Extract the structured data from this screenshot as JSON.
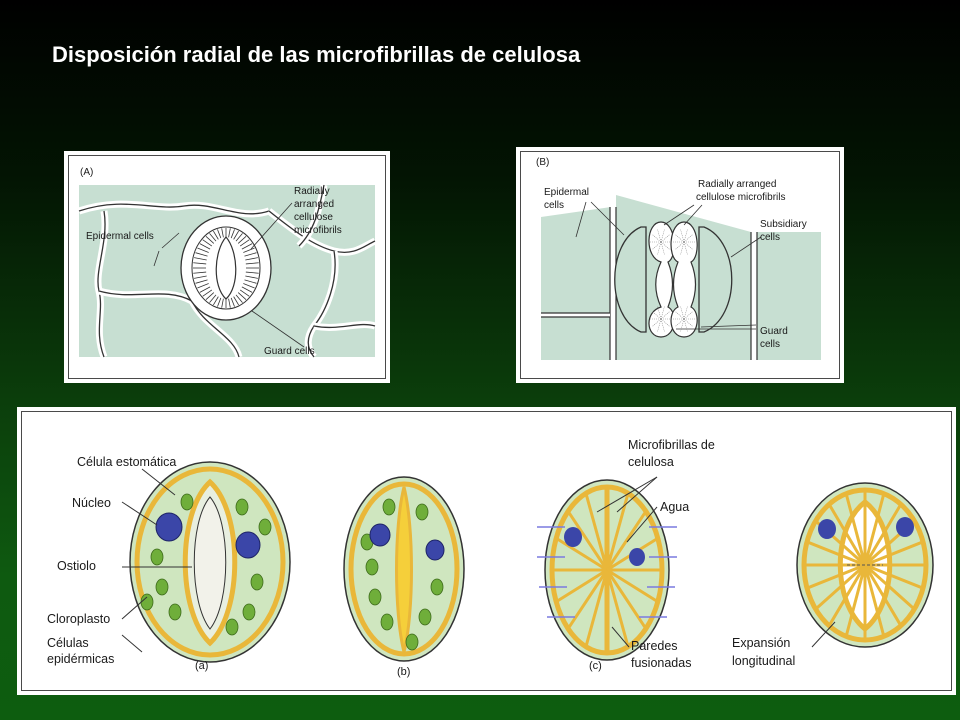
{
  "title": "Disposición radial de las microfibrillas de celulosa",
  "figure_a": {
    "panel_label": "(A)",
    "labels": {
      "epidermal": "Epidermal cells",
      "radial_1": "Radially",
      "radial_2": "arranged",
      "radial_3": "cellulose",
      "radial_4": "microfibrils",
      "guard": "Guard cells"
    }
  },
  "figure_b": {
    "panel_label": "(B)",
    "labels": {
      "epidermal_1": "Epidermal",
      "epidermal_2": "cells",
      "radial_1": "Radially arranged",
      "radial_2": "cellulose microfibrils",
      "subsidiary_1": "Subsidiary",
      "subsidiary_2": "cells",
      "guard_1": "Guard",
      "guard_2": "cells"
    }
  },
  "figure_c": {
    "labels": {
      "celula": "Célula estomática",
      "nucleo": "Núcleo",
      "ostiolo": "Ostiolo",
      "cloroplasto": "Cloroplasto",
      "celulas_1": "Células",
      "celulas_2": "epidérmicas",
      "micro_1": "Microfibrillas de",
      "micro_2": "celulosa",
      "agua": "Agua",
      "paredes_1": "Paredes",
      "paredes_2": "fusionadas",
      "expansion_1": "Expansión",
      "expansion_2": "longitudinal",
      "sub_a": "(a)",
      "sub_b": "(b)",
      "sub_c": "(c)"
    }
  },
  "colors": {
    "cell_fill": "#c7dfd2",
    "wall": "#ffffff",
    "wall_outline": "#333333",
    "guard_green": "#cfe6bf",
    "guard_wall": "#e9b73a",
    "chloroplast": "#6fae3a",
    "nucleus": "#3b46a8",
    "arrow": "#7a7adf"
  }
}
